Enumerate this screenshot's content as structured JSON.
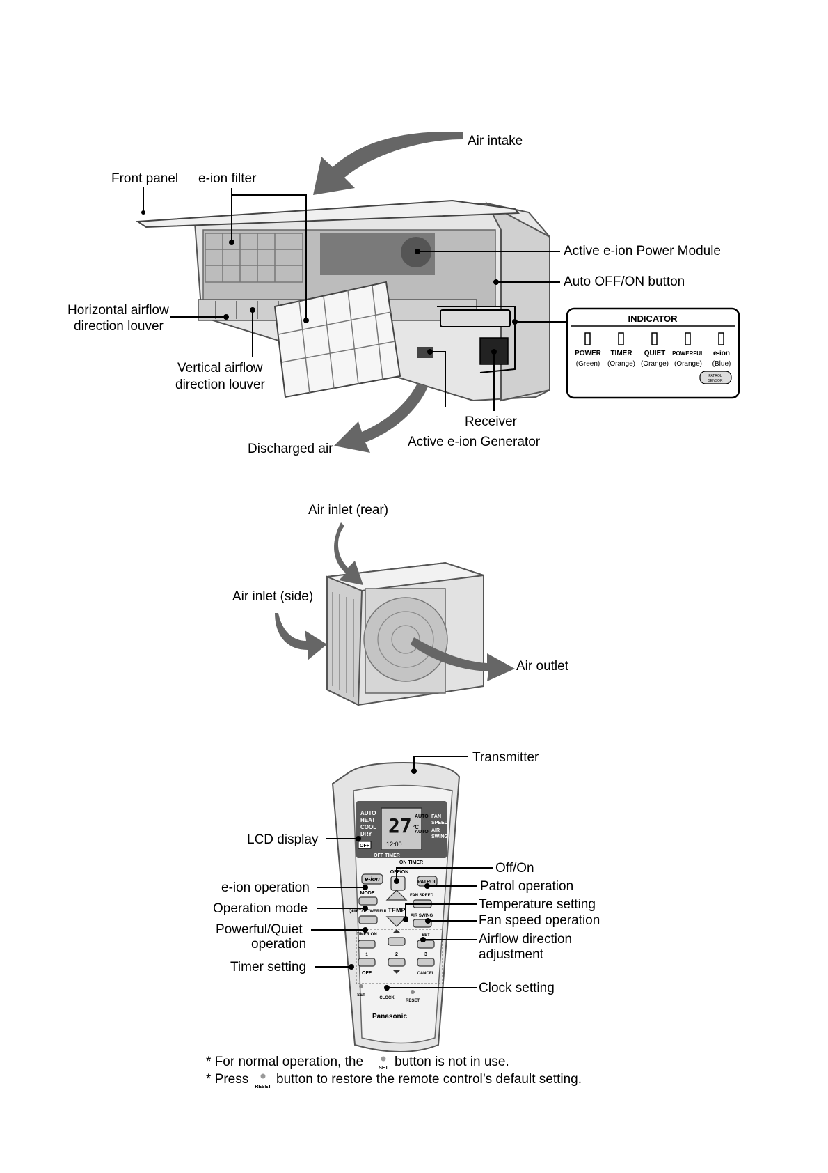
{
  "indoor_unit": {
    "labels": {
      "air_intake": "Air intake",
      "front_panel": "Front panel",
      "eion_filter": "e-ion filter",
      "active_eion_power_module": "Active e-ion Power Module",
      "auto_off_on_button": "Auto OFF/ON button",
      "horizontal_louver_1": "Horizontal airflow",
      "horizontal_louver_2": "direction louver",
      "vertical_louver_1": "Vertical airflow",
      "vertical_louver_2": "direction louver",
      "receiver": "Receiver",
      "active_eion_generator": "Active e-ion Generator",
      "discharged_air": "Discharged air"
    },
    "indicator": {
      "title": "INDICATOR",
      "items": [
        {
          "name": "POWER",
          "color": "(Green)"
        },
        {
          "name": "TIMER",
          "color": "(Orange)"
        },
        {
          "name": "QUIET",
          "color": "(Orange)"
        },
        {
          "name": "POWERFUL",
          "color": "(Orange)"
        },
        {
          "name": "e-ion",
          "color": "(Blue)"
        }
      ],
      "sensor_label_1": "PATROL",
      "sensor_label_2": "SENSOR"
    }
  },
  "outdoor_unit": {
    "labels": {
      "air_inlet_rear": "Air inlet (rear)",
      "air_inlet_side": "Air inlet (side)",
      "air_outlet": "Air outlet"
    }
  },
  "remote": {
    "labels": {
      "transmitter": "Transmitter",
      "lcd_display": "LCD display",
      "off_on": "Off/On",
      "eion_operation": "e-ion operation",
      "patrol_operation": "Patrol operation",
      "operation_mode": "Operation mode",
      "temperature_setting": "Temperature setting",
      "fan_speed_operation": "Fan speed operation",
      "powerful_quiet_1": "Powerful/Quiet",
      "powerful_quiet_2": "operation",
      "airflow_direction_1": "Airflow direction",
      "airflow_direction_2": "adjustment",
      "timer_setting": "Timer setting",
      "clock_setting": "Clock setting"
    },
    "screen": {
      "modes": [
        "AUTO",
        "HEAT",
        "COOL",
        "DRY"
      ],
      "temperature": "27",
      "unit": "°C",
      "fan": [
        "AUTO",
        "FAN",
        "SPEED"
      ],
      "swing": [
        "AUTO",
        "AIR",
        "SWING"
      ],
      "off": "OFF",
      "clock": "12:00"
    },
    "buttons": {
      "off_timer": "OFF TIMER",
      "on_timer": "ON TIMER",
      "off_on": "OFF/ON",
      "eion": "e-ion",
      "patrol": "PATROL",
      "mode": "MODE",
      "quiet_powerful": "QUIET/ POWERFUL",
      "temp": "TEMP",
      "fan_speed": "FAN SPEED",
      "air_swing": "AIR SWING",
      "timer_on": "TIMER ON",
      "timer_off": "OFF",
      "set": "SET",
      "cancel": "CANCEL",
      "num_1": "1",
      "num_2": "2",
      "num_3": "3",
      "bottom_set": "SET",
      "clock": "CLOCK",
      "reset": "RESET",
      "brand": "Panasonic"
    }
  },
  "notes": {
    "line1_a": "* For normal operation, the",
    "line1_set": "SET",
    "line1_b": "button is not in use.",
    "line2_a": "* Press",
    "line2_reset": "RESET",
    "line2_b": "button to restore the remote control’s default setting."
  }
}
